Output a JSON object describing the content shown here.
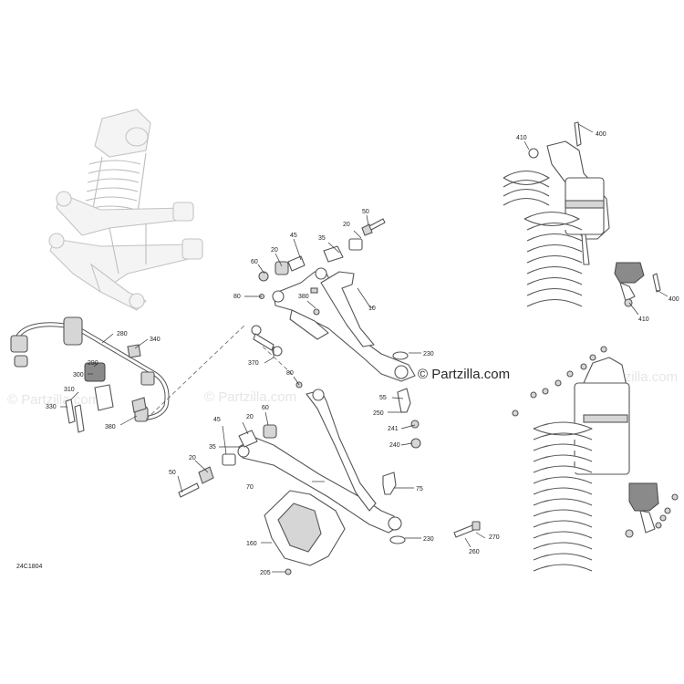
{
  "diagram_code": "24C1804",
  "watermark": "© Partzilla.com",
  "callouts": {
    "n10": "10",
    "n20a": "20",
    "n20b": "20",
    "n20c": "20",
    "n20d": "20",
    "n35a": "35",
    "n35b": "35",
    "n45a": "45",
    "n45b": "45",
    "n50a": "50",
    "n50b": "50",
    "n55": "55",
    "n60a": "60",
    "n60b": "60",
    "n70": "70",
    "n75": "75",
    "n80a": "80",
    "n80b": "80",
    "n160": "160",
    "n205": "205",
    "n230a": "230",
    "n230b": "230",
    "n240": "240",
    "n241": "241",
    "n250": "250",
    "n260": "260",
    "n270": "270",
    "n280": "280",
    "n290": "290",
    "n300": "300",
    "n310": "310",
    "n330": "330",
    "n340": "340",
    "n370": "370",
    "n380a": "380",
    "n380b": "380",
    "n400a": "400",
    "n400b": "400",
    "n410a": "410",
    "n410b": "410"
  }
}
